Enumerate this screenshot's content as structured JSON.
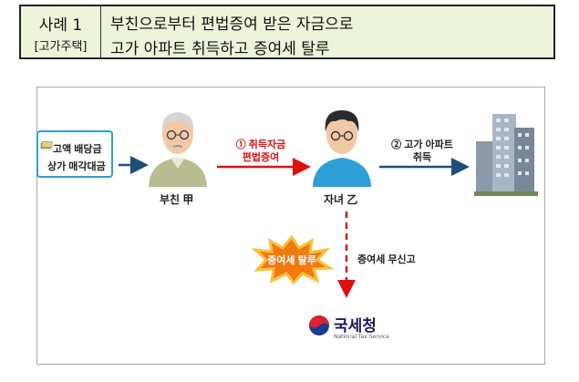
{
  "header": {
    "case_number": "사례 1",
    "category": "[고가주택]",
    "title_line1": "부친으로부터 편법증여 받은 자금으로",
    "title_line2": "고가 아파트 취득하고 증여세 탈루"
  },
  "diagram": {
    "source_line1": "고액 배당금",
    "source_line2": "상가 매각대금",
    "father_label": "부친 甲",
    "child_label": "자녀 乙",
    "step1_line1": "① 취득자금",
    "step1_line2": "편법증여",
    "step2_line1": "② 고가 아파트",
    "step2_line2": "취득",
    "evasion_label": "증여세 탈루",
    "unreported_label": "증여세 무신고",
    "agency_name": "국세청",
    "agency_english": "National Tax Service"
  },
  "colors": {
    "header_bg": "#eef4d9",
    "source_border": "#2aa0d8",
    "arrow_blue": "#1f4e79",
    "arrow_red": "#e01010",
    "burst_orange": "#f07a10"
  },
  "icons": [
    "money-icon",
    "father-icon",
    "child-icon",
    "building-icon",
    "burst-icon",
    "nts-logo-icon"
  ]
}
